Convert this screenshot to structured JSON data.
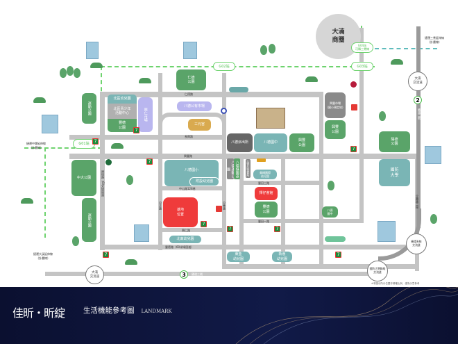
{
  "commercial_area": "大湳\n商圈",
  "stations": {
    "g02": "G02站",
    "g01": "G01站",
    "g03": "G03站",
    "g04": "G04站\n可轉三鶯線"
  },
  "lines": {
    "sanying_ext": "捷運三鶯延伸線\n(計畫線)",
    "zhongli_ext": "捷運中壢延伸線\n(計畫線)",
    "daxi_ext": "捷運大溪延伸線\n(計畫線)"
  },
  "interchanges": {
    "danan": "大湳\n交流道",
    "danan_bottom": "大湳\n交流道",
    "ndu": "國防大學聯絡\n交流道",
    "kinmen": "機場系統\n交流道"
  },
  "highway": {
    "no2": "2",
    "no2_label": "國道二號",
    "no3": "3",
    "no3_label": "國道三號"
  },
  "roads": {
    "rende": "仁德路",
    "changxing": "長興路",
    "xingfeng": "興豐路",
    "zhongshan128": "中山路128巷",
    "xingren": "興仁路",
    "fengde": "豐德路（60米綠園道）",
    "fengtian3": "豐田三路",
    "fengtian1": "豐田一路",
    "jiande": "建德路（60米綠園道）",
    "zhongzheng": "中正路",
    "zhonghua": "中華路",
    "jieshou": "介壽路二段"
  },
  "places": {
    "rende_park": "仁德\n公園",
    "market": "八德公有市場",
    "sanyuan": "三元宮",
    "north_kinder": "北區幼兒園",
    "youth_center": "北區青少年\n活動中心",
    "fengde_park": "豐德\n公園",
    "lavender_strip": "興仁市場",
    "sports_park_n": "運動公園",
    "zhongda_park": "中大公園",
    "sports_park_s": "運動公園",
    "bade_elem": "八德國小",
    "bade_elem_kinder": "附設幼兒園",
    "site": "基地\n位置",
    "beidong_kinder": "北東幼兒園",
    "police": "八德派出所",
    "bade_jr": "八德國中",
    "xingfeng_park": "興豐\n公園",
    "market_reserved": "興豐市場\n(國小預定地)",
    "xingfeng_park2": "興豐\n公園",
    "yangde_park": "陽德\n公園",
    "ndu": "國防\n大學",
    "bade_sports": "八德運動公園",
    "bade_green": "八德綠園道",
    "meiqiao": "美橋國際\n幼兒園",
    "zezai": "擇仔會館",
    "fengde_park2": "豐德\n公園",
    "bade_jr2": "八德\n國中",
    "dongjin": "東金\n幼兒園",
    "xinhui": "新惠\n幼兒園",
    "bade_household": "八德戶政事務所"
  },
  "disclaimer": "※本圖示所示位置非精確比例，僅為示意參考",
  "footer": {
    "logo": "佳昕・昕綻",
    "title": "生活機能參考圖",
    "subtitle": "LANDMARK"
  },
  "store_icon": "7",
  "colors": {
    "park": "#5aa469",
    "school": "#7ab5b5",
    "site": "#ef3b3b",
    "footer": "#0b1030",
    "mrt": "#6ed36e"
  }
}
